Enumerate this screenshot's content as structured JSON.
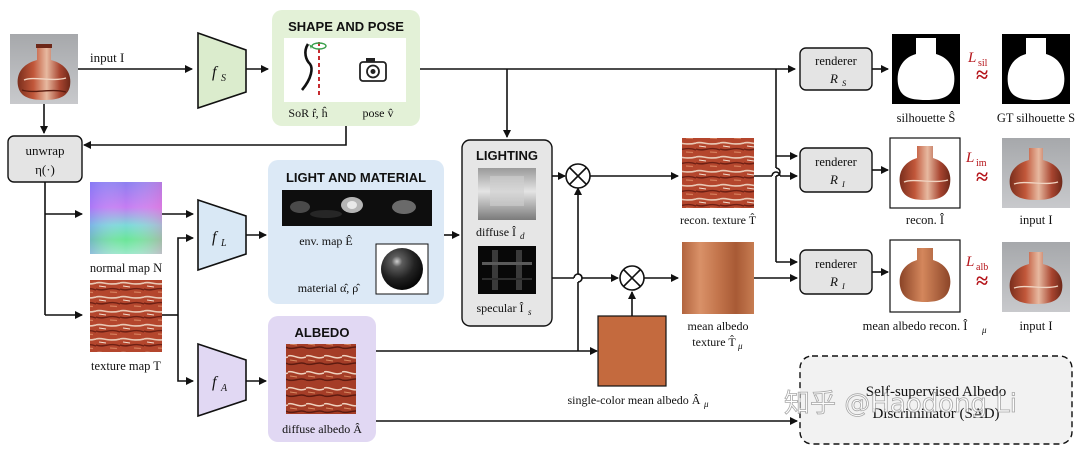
{
  "inputs": {
    "input_label": "input I"
  },
  "encoders": {
    "fs": "f",
    "fs_sub": "S",
    "fl": "f",
    "fl_sub": "L",
    "fa": "f",
    "fa_sub": "A"
  },
  "shape_pose": {
    "title": "SHAPE AND POSE",
    "sor_label": "SoR r̂, ĥ",
    "pose_label": "pose v̂"
  },
  "unwrap": {
    "line1": "unwrap",
    "line2": "η(·)"
  },
  "maps": {
    "normal_label": "normal map N",
    "texture_label": "texture map T"
  },
  "light_material": {
    "title": "LIGHT AND MATERIAL",
    "env_label": "env. map Ê",
    "material_label": "material α̂, ρ̂"
  },
  "lighting": {
    "title": "LIGHTING",
    "diffuse_label": "diffuse Î",
    "diffuse_sub": "d",
    "specular_label": "specular Î",
    "specular_sub": "s"
  },
  "albedo": {
    "title": "ALBEDO",
    "diffuse_albedo_label": "diffuse albedo Â"
  },
  "recon_texture": {
    "label": "recon. texture T̂"
  },
  "mean_albedo_texture": {
    "line1": "mean albedo",
    "line2": "texture T̂",
    "sub": "μ"
  },
  "single_color": {
    "label": "single-color mean albedo Â",
    "sub": "μ",
    "color": "#c46a3e"
  },
  "renderers": [
    {
      "label": "renderer",
      "symbol": "R",
      "sub": "S"
    },
    {
      "label": "renderer",
      "symbol": "R",
      "sub": "I"
    },
    {
      "label": "renderer",
      "symbol": "R",
      "sub": "I"
    }
  ],
  "outputs": {
    "silhouette": "silhouette Ŝ",
    "gt_silhouette": "GT silhouette S",
    "recon": "recon. Î",
    "input1": "input I",
    "mean_albedo_recon": "mean albedo recon. Î",
    "mean_albedo_recon_sub": "μ",
    "input2": "input I"
  },
  "losses": [
    {
      "symbol": "L",
      "sub": "sil"
    },
    {
      "symbol": "L",
      "sub": "im"
    },
    {
      "symbol": "L",
      "sub": "alb"
    }
  ],
  "sad": {
    "line1": "Self-supervised Albedo",
    "line2": "Discriminator (SAD)"
  },
  "watermark": "知乎 @Haodong Li",
  "colors": {
    "shape_bg": "#e3f1d7",
    "light_bg": "#dce9f6",
    "albedo_bg": "#e1d8f3",
    "lighting_bg": "#e6e6e6",
    "loss_red": "#b5141a"
  }
}
